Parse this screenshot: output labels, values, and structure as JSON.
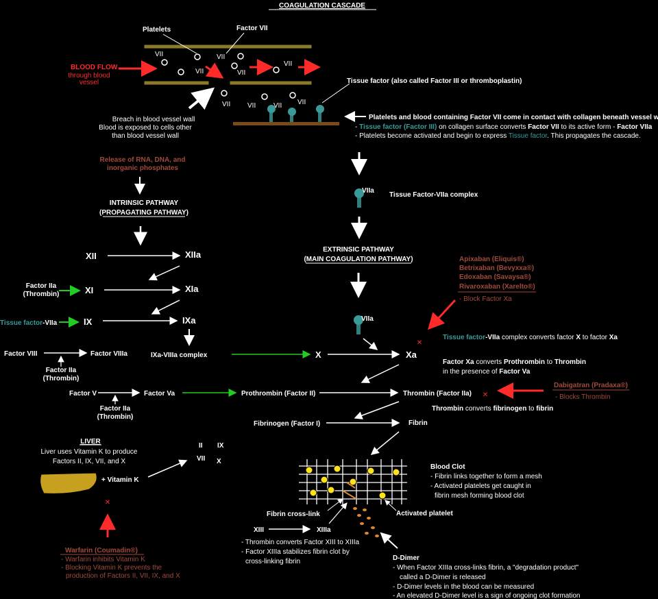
{
  "title": "COAGULATION CASCADE",
  "vessel": {
    "platelets_label": "Platelets",
    "factor_vii_label": "Factor VII",
    "vii_tag": "VII",
    "blood_flow": "BLOOD FLOW",
    "blood_flow_sub1": "through blood",
    "blood_flow_sub2": "vessel",
    "breach_title": "Breach in blood vessel wall",
    "breach_line1": "Blood is exposed to cells other",
    "breach_line2": "than blood vessel wall",
    "tissue_factor_note": "Tissue factor (also called Factor III or thromboplastin)"
  },
  "contact": {
    "heading": "Platelets and blood containing Factor VII come in contact with collagen beneath vessel wall",
    "line1_pre": "- ",
    "line1_tf": "Tissue factor (Factor III)",
    "line1_mid": " on collagen surface converts ",
    "line1_vii": "Factor VII",
    "line1_post": " to its active form - ",
    "line1_viia": "Factor VIIa",
    "line2_pre": "- Platelets become activated and begin to express ",
    "line2_tf": "Tissue factor",
    "line2_post": ". This propagates the cascade."
  },
  "viia_complex": {
    "label": "VIIa",
    "caption": "Tissue Factor-VIIa complex"
  },
  "release_note": {
    "line1": "Release of RNA, DNA, and",
    "line2": "inorganic phosphates"
  },
  "intrinsic": {
    "title": "INTRINSIC PATHWAY",
    "subtitle": "(PROPAGATING PATHWAY)",
    "xii": "XII",
    "xiia": "XIIa",
    "xi": "XI",
    "xia": "XIa",
    "ix": "IX",
    "ixa": "IXa",
    "factor_iia": "Factor IIa",
    "thrombin_paren": "(Thrombin)",
    "tissue_factor": "Tissue factor",
    "tf_suffix": "-VIIa",
    "ixa_viiia_complex": "IXa-VIIIa complex"
  },
  "extrinsic": {
    "title": "EXTRINSIC PATHWAY",
    "subtitle": "(MAIN COAGULATION PATHWAY)",
    "viia": "VIIa",
    "x": "X",
    "xa": "Xa"
  },
  "anticoag_xa": {
    "drugs": [
      "Apixaban (Eliquis®)",
      "Betrixaban (Bevyxxa®)",
      "Edoxaban (Savaysa®)",
      "Rivaroxaban (Xarelto®)"
    ],
    "note": "- Block Factor Xa"
  },
  "xa_note": {
    "tf": "Tissue factor",
    "tf_suffix": "-VIIa",
    "mid": " complex converts factor ",
    "x": "X",
    "to": " to factor ",
    "xa": "Xa"
  },
  "factor_viii": {
    "viii": "Factor VIII",
    "viiia": "Factor VIIIa"
  },
  "factor_v": {
    "v": "Factor V",
    "va": "Factor Va"
  },
  "prothrombin": "Prothrombin (Factor II)",
  "thrombin": "Thrombin (Factor IIa)",
  "xa_conv": {
    "b1": "Factor Xa",
    "t1": " converts ",
    "b2": "Prothrombin",
    "t2": " to ",
    "b3": "Thrombin",
    "line2": "in the presence of ",
    "b4": "Factor Va"
  },
  "dabigatran": {
    "name": "Dabigatran (Pradaxa®)",
    "note": "- Blocks Thrombin"
  },
  "thrombin_conv": {
    "b1": "Thrombin",
    "t1": " converts ",
    "b2": "fibrinogen",
    "t2": " to ",
    "b3": "fibrin"
  },
  "fibrinogen": "Fibrinogen (Factor I)",
  "fibrin": "Fibrin",
  "liver": {
    "title": "LIVER",
    "line1": "Liver uses Vitamin K to produce",
    "line2": "Factors II, IX, VII, and X",
    "vitk": "+ Vitamin K",
    "factors": [
      "II",
      "IX",
      "VII",
      "X"
    ]
  },
  "warfarin": {
    "name": "Warfarin (Coumadin®)",
    "l1": "- Warfarin inhibits Vitamin K",
    "l2": "- Blocking Vitamin K prevents the",
    "l3": "production of Factors II, VII, IX, and X"
  },
  "clot": {
    "title": "Blood Clot",
    "l1": "- Fibrin links together to form a mesh",
    "l2": "- Activated platelets get caught in",
    "l3": "fibrin mesh forming blood clot",
    "crosslink": "Fibrin cross-link",
    "activated": "Activated platelet"
  },
  "xiii": {
    "xiii": "XIII",
    "xiiia": "XIIIa",
    "l1": "- Thrombin converts Factor XIII to XIIIa",
    "l2": "- Factor XIIIa stabilizes fibrin clot by",
    "l3": "cross-linking fibrin"
  },
  "ddimer": {
    "title": "D-Dimer",
    "l1": "- When Factor XIIIa cross-links fibrin, a \"degradation product\"",
    "l2": "called a D-Dimer is released",
    "l3": "- D-Dimer levels in the blood can be measured",
    "l4": "- An elevated D-Dimer level is a sign of ongoing clot formation"
  },
  "colors": {
    "red": "#ff2a2a",
    "brown": "#a04a3a",
    "teal": "#3a9a9a",
    "green": "#22cc22",
    "vessel": "#8b7a2a",
    "mesh_yellow": "#ffe21a",
    "liver": "#c8a020",
    "ddimer": "#e08a30"
  }
}
